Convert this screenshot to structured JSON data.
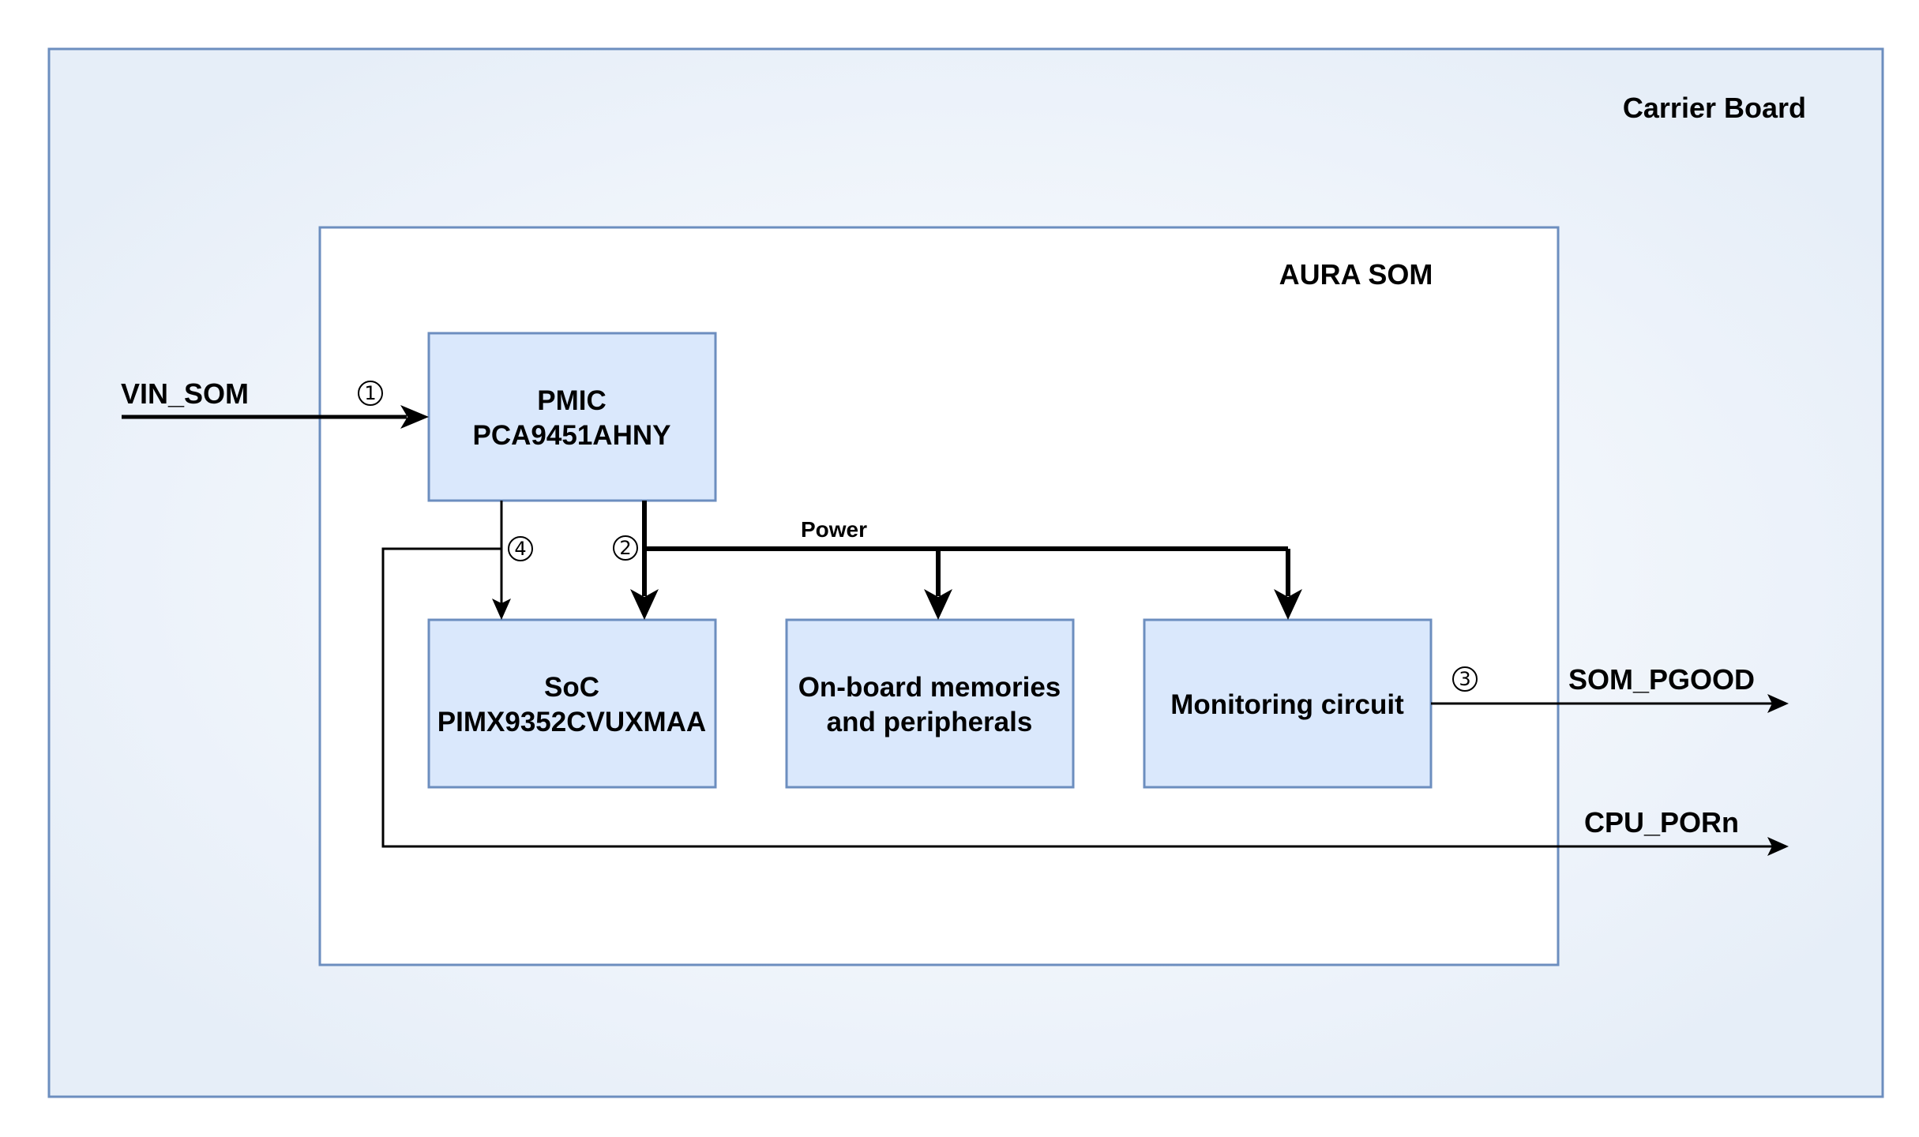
{
  "colors": {
    "carrier_fill": "#f0f5fb",
    "carrier_stroke": "#6c8ebf",
    "block_fill": "#dae8fc",
    "block_stroke": "#6c8ebf",
    "som_fill": "#ffffff",
    "line": "#000000"
  },
  "carrier_board": {
    "label": "Carrier Board"
  },
  "som": {
    "label": "AURA SOM"
  },
  "blocks": {
    "pmic": {
      "line1": "PMIC",
      "line2": "PCA9451AHNY"
    },
    "soc": {
      "line1": "SoC",
      "line2": "PIMX9352CVUXMAA"
    },
    "memories": {
      "line1": "On-board memories",
      "line2": "and peripherals"
    },
    "monitoring": {
      "line1": "Monitoring circuit"
    }
  },
  "signals": {
    "vin_som": "VIN_SOM",
    "som_pgood": "SOM_PGOOD",
    "cpu_porn": "CPU_PORn",
    "power": "Power"
  },
  "steps": {
    "s1": "1",
    "s2": "2",
    "s3": "3",
    "s4": "4"
  }
}
